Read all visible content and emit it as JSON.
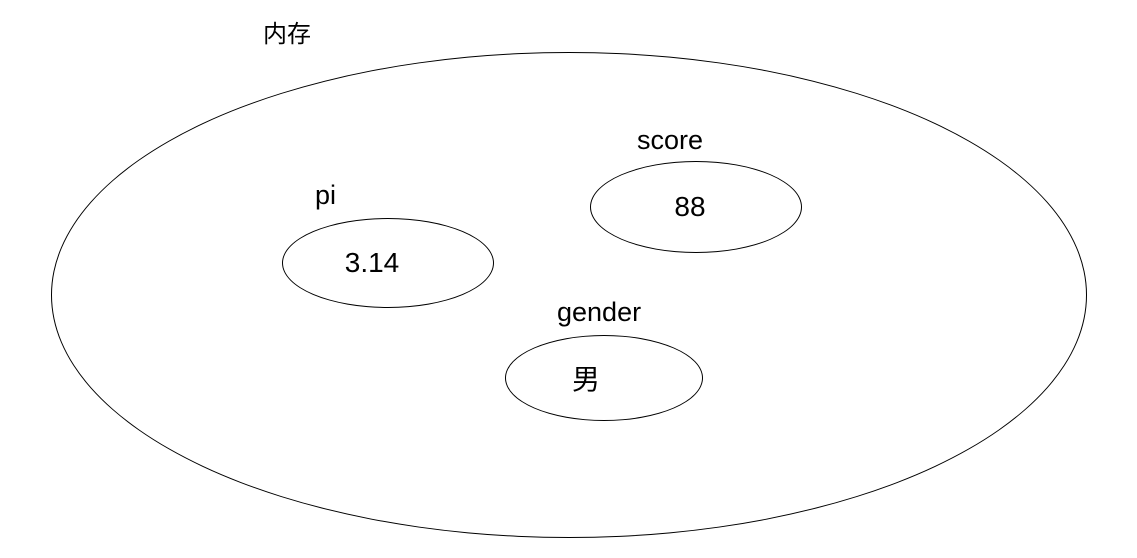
{
  "diagram": {
    "title": "内存",
    "variables": [
      {
        "name": "pi",
        "value": "3.14"
      },
      {
        "name": "score",
        "value": "88"
      },
      {
        "name": "gender",
        "value": "男"
      }
    ],
    "colors": {
      "stroke": "#000000",
      "text": "#000000",
      "background": "#ffffff"
    }
  }
}
